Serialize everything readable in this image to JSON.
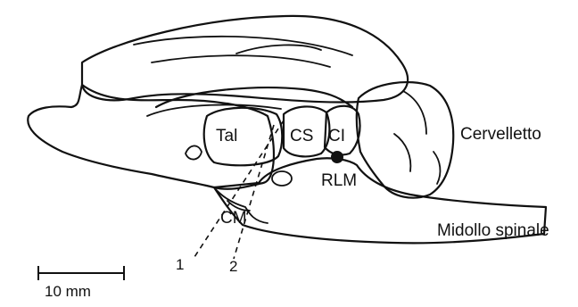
{
  "labels": {
    "tal": "Tal",
    "cs": "CS",
    "ci": "CI",
    "cervelletto": "Cervelletto",
    "rlm": "RLM",
    "cm": "CM",
    "midollo": "Midollo spinale",
    "probe_1": "1",
    "probe_2": "2",
    "scale": "10 mm"
  }
}
